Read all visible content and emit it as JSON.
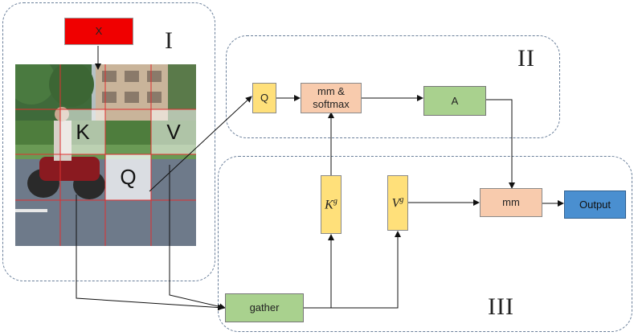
{
  "regions": {
    "one": "I",
    "two": "II",
    "three": "III"
  },
  "nodes": {
    "x": "X",
    "q": "Q",
    "mm_softmax": "mm &\nsoftmax",
    "a": "A",
    "kg_base": "K",
    "kg_sup": "g",
    "vg_base": "V",
    "vg_sup": "g",
    "mm": "mm",
    "output": "Output",
    "gather": "gather"
  },
  "grid_labels": {
    "k": "K",
    "v": "V",
    "q": "Q"
  },
  "colors": {
    "peach": "#f8cbad",
    "yellow": "#ffe07a",
    "green": "#a9d18e",
    "blue": "#4a8fd0",
    "red": "#f00000",
    "grid_line": "#e03030"
  }
}
